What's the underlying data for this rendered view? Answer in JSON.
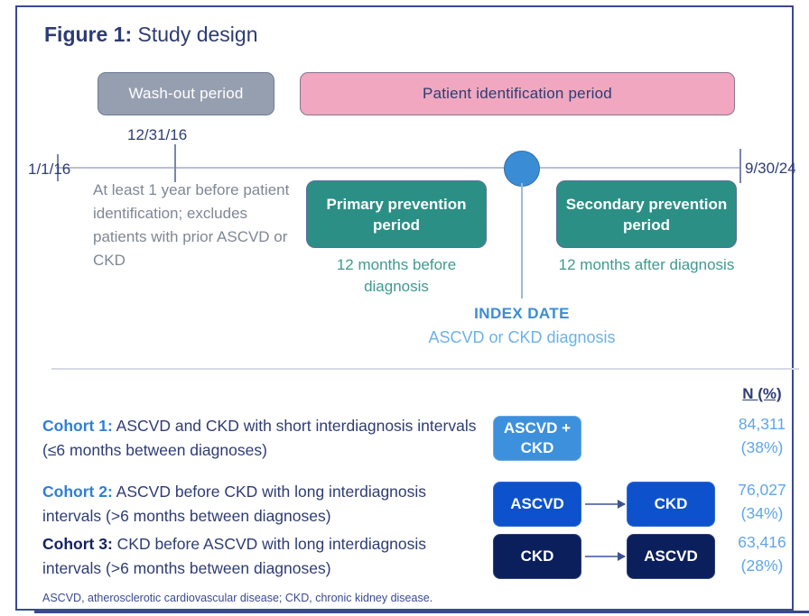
{
  "figure": {
    "label": "Figure 1:",
    "title": "Study design"
  },
  "timeline": {
    "banners": {
      "washout": "Wash-out period",
      "patient_identification": "Patient identification period"
    },
    "dates": {
      "start": "1/1/16",
      "middle": "12/31/16",
      "end": "9/30/24"
    },
    "washout_note": "At least 1 year before patient identification; excludes patients with prior ASCVD or CKD",
    "primary": {
      "box": "Primary prevention period",
      "caption": "12 months before diagnosis"
    },
    "secondary": {
      "box": "Secondary prevention period",
      "caption": "12 months after diagnosis"
    },
    "index": {
      "title": "INDEX DATE",
      "subtitle": "ASCVD or CKD diagnosis"
    }
  },
  "cohorts": {
    "n_header": "N (%)",
    "rows": [
      {
        "tag": "Cohort 1:",
        "tag_color": "blue",
        "description": " ASCVD and CKD with short interdiagnosis intervals (≤6 months between diagnoses)",
        "boxes": [
          {
            "label": "ASCVD + CKD",
            "style": "light"
          }
        ],
        "arrow": false,
        "n": "84,311",
        "pct": "(38%)"
      },
      {
        "tag": "Cohort 2:",
        "tag_color": "blue",
        "description": " ASCVD before CKD with long interdiagnosis intervals (>6 months between diagnoses)",
        "boxes": [
          {
            "label": "ASCVD",
            "style": "blue"
          },
          {
            "label": "CKD",
            "style": "blue"
          }
        ],
        "arrow": true,
        "n": "76,027",
        "pct": "(34%)"
      },
      {
        "tag": "Cohort 3:",
        "tag_color": "navy",
        "description": " CKD before ASCVD with long interdiagnosis intervals (>6 months between diagnoses)",
        "boxes": [
          {
            "label": "CKD",
            "style": "navy"
          },
          {
            "label": "ASCVD",
            "style": "navy"
          }
        ],
        "arrow": true,
        "n": "63,416",
        "pct": "(28%)"
      }
    ]
  },
  "footnote": "ASCVD, atherosclerotic cardiovascular disease; CKD, chronic kidney disease.",
  "colors": {
    "frame": "#3a4a8f",
    "washout_banner": "#969fb0",
    "patient_id_banner": "#f0a7bf",
    "prevention_box": "#2c8f85",
    "prevention_caption": "#3f9a91",
    "index_dot": "#3a8dd4",
    "cohort1_box": "#3d90dc",
    "cohort2_box": "#0d52cc",
    "cohort3_box": "#0a1f5c",
    "n_value": "#5fa6e8",
    "body_text": "#2e3c73"
  }
}
